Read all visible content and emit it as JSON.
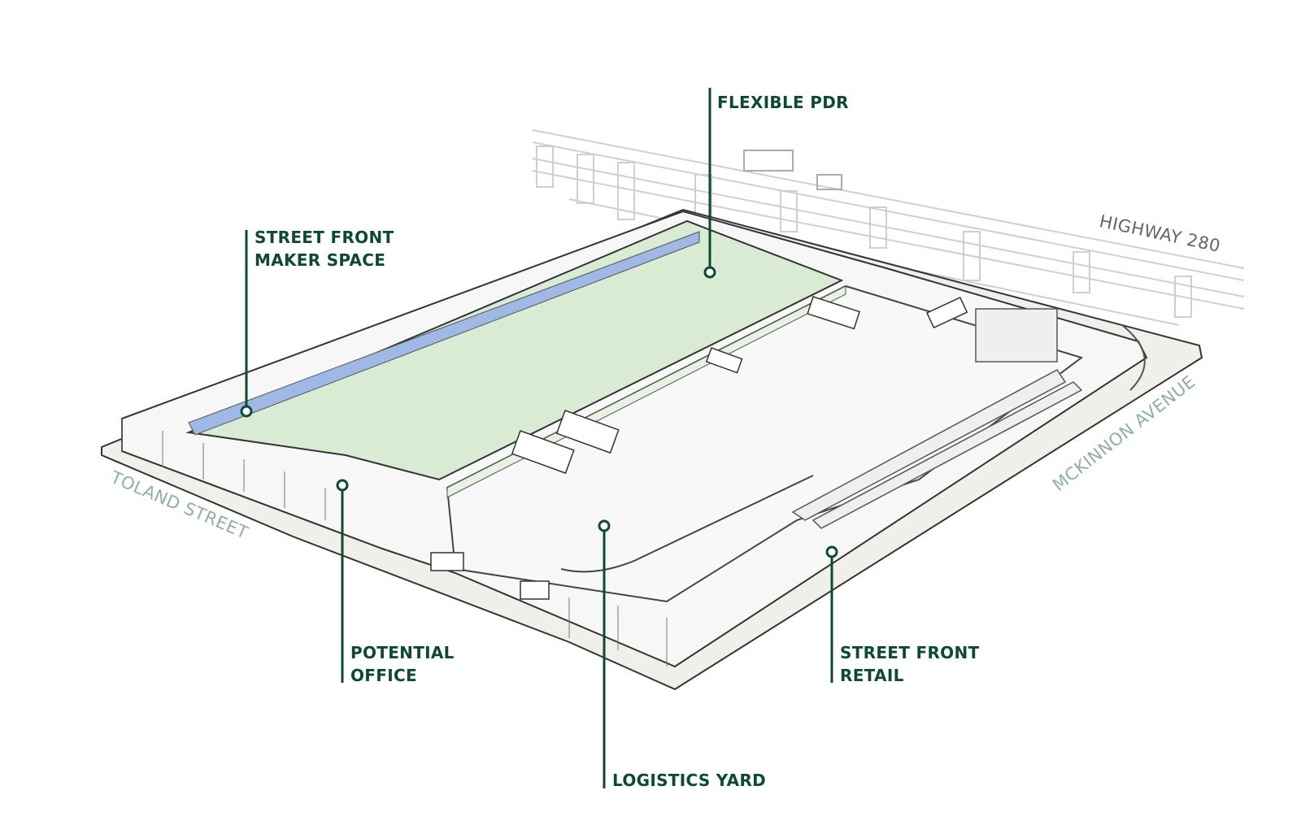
{
  "labels": {
    "flexible_pdr": "FLEXIBLE PDR",
    "maker_space_line1": "STREET FRONT",
    "maker_space_line2": "MAKER SPACE",
    "office_line1": "POTENTIAL",
    "office_line2": "OFFICE",
    "logistics_yard": "LOGISTICS YARD",
    "retail_line1": "STREET FRONT",
    "retail_line2": "RETAIL"
  },
  "streets": {
    "toland": "TOLAND STREET",
    "mckinnon": "MCKINNON AVENUE",
    "highway": "HIGHWAY 280"
  },
  "colors": {
    "label": "#0e4a30",
    "pdr_roof": "#d9ecd3",
    "maker_strip": "#9fb8e6",
    "street_text": "#8fb0a0"
  }
}
